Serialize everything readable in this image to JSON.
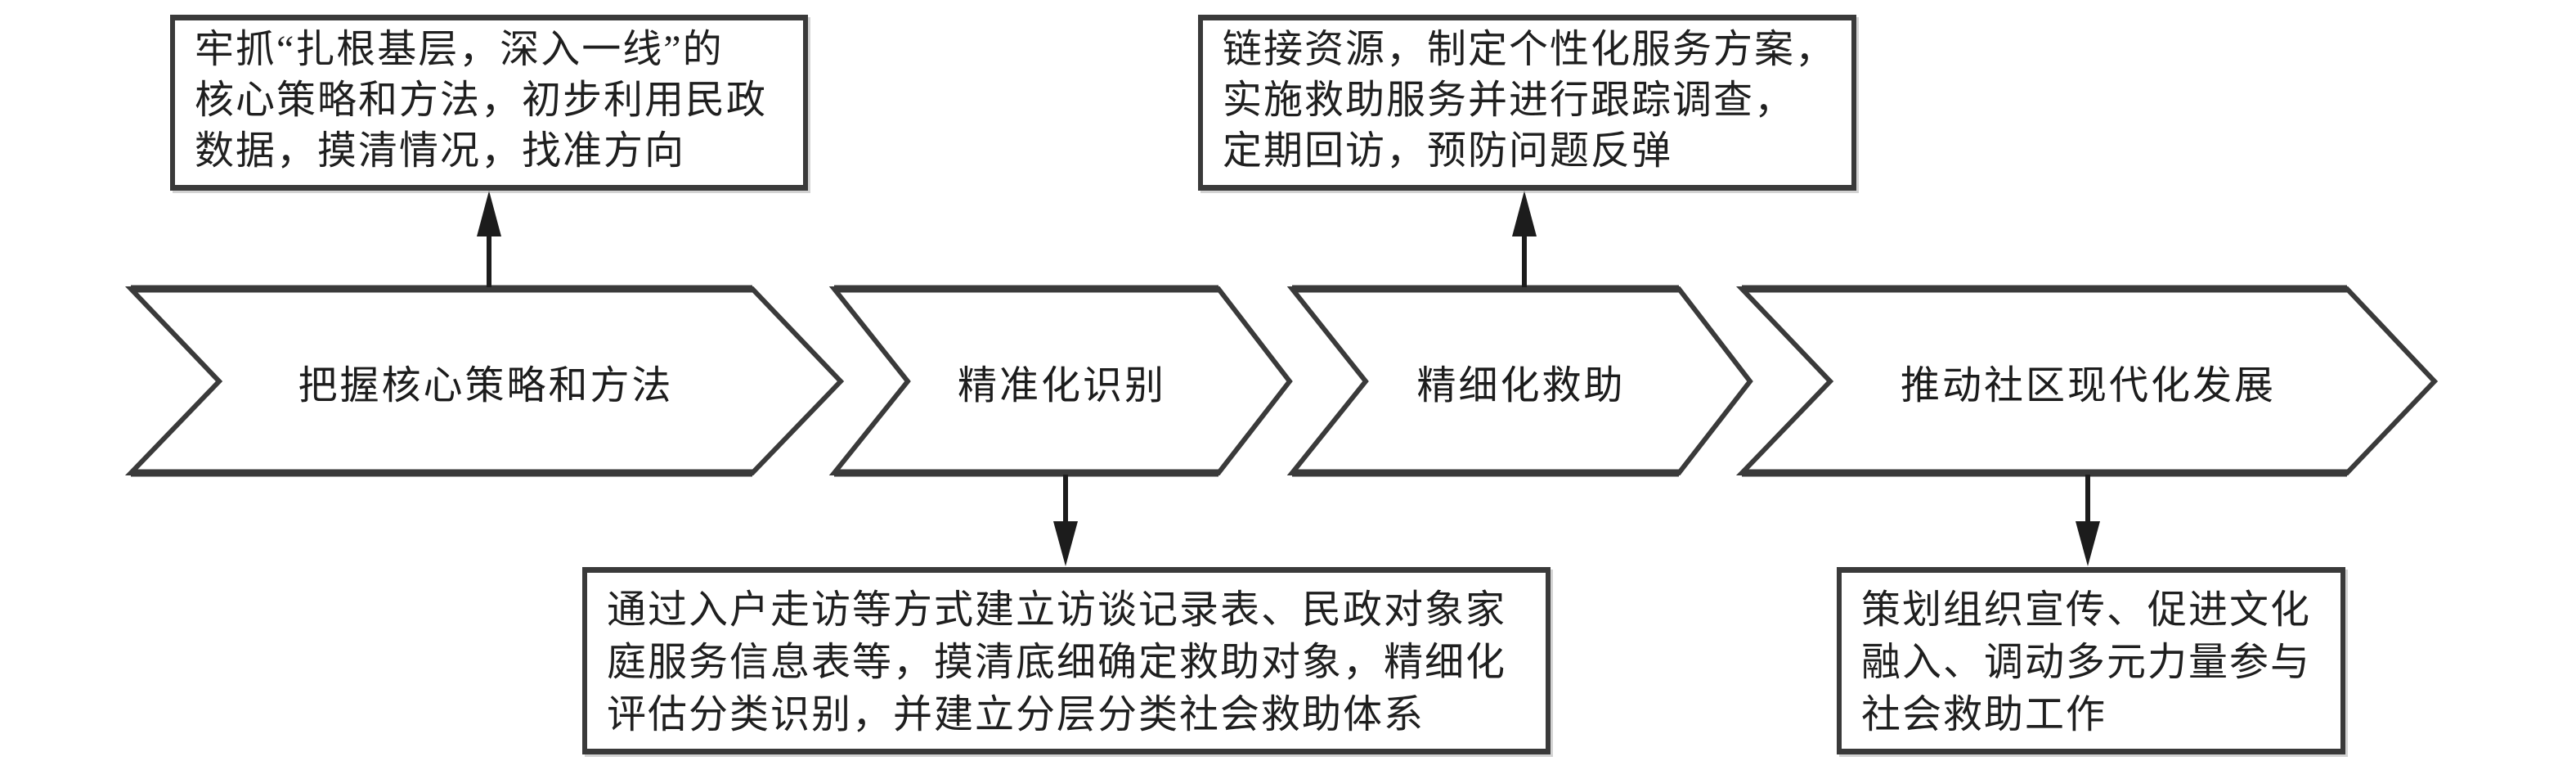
{
  "figure": {
    "background": "#ffffff",
    "shape_line_color": "#3a3a3a",
    "arrow_color": "#1c1c1c",
    "text_color": "#1f1f1f"
  },
  "steps": [
    {
      "label": "把握核心策略和方法"
    },
    {
      "label": "精准化识别"
    },
    {
      "label": "精细化救助"
    },
    {
      "label": "推动社区现代化发展"
    }
  ],
  "callouts": {
    "top_left": {
      "lines": [
        "牢抓“扎根基层，深入一线”的",
        "核心策略和方法，初步利用民政",
        "数据，摸清情况，找准方向"
      ]
    },
    "top_right": {
      "lines": [
        "链接资源，制定个性化服务方案，",
        "实施救助服务并进行跟踪调查，",
        "定期回访，预防问题反弹"
      ]
    },
    "bottom_left": {
      "lines": [
        "通过入户走访等方式建立访谈记录表、民政对象家",
        "庭服务信息表等，摸清底细确定救助对象，精细化",
        "评估分类识别，并建立分层分类社会救助体系"
      ]
    },
    "bottom_right": {
      "lines": [
        "策划组织宣传、促进文化",
        "融入、调动多元力量参与",
        "社会救助工作"
      ]
    }
  }
}
